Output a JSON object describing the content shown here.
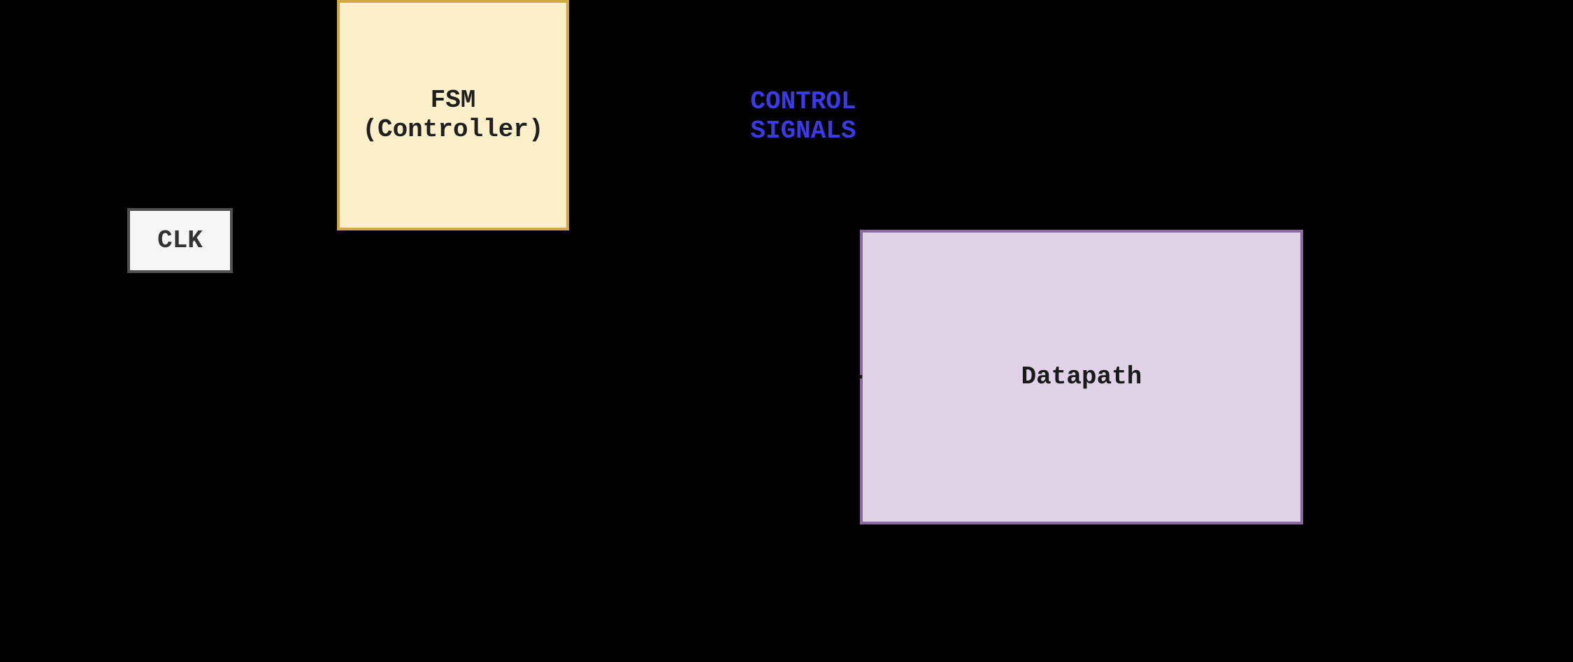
{
  "diagram": {
    "background_color": "#000000",
    "fsm_node": {
      "label_line1": "FSM",
      "label_line2": "(Controller)",
      "fill_color": "#FCF0CA",
      "border_color": "#D2A93E",
      "text_color": "#1F1F1F"
    },
    "clk_node": {
      "label": "CLK",
      "fill_color": "#F6F6F6",
      "border_color": "#4F4F4F",
      "text_color": "#333333"
    },
    "datapath_node": {
      "label": "Datapath",
      "fill_color": "#E0D3E8",
      "border_color": "#8A68A0",
      "text_color": "#1A1A1A"
    },
    "control_signals_label": {
      "line1": "CONTROL",
      "line2": "SIGNALS",
      "text_color": "#3A3AE8"
    }
  }
}
